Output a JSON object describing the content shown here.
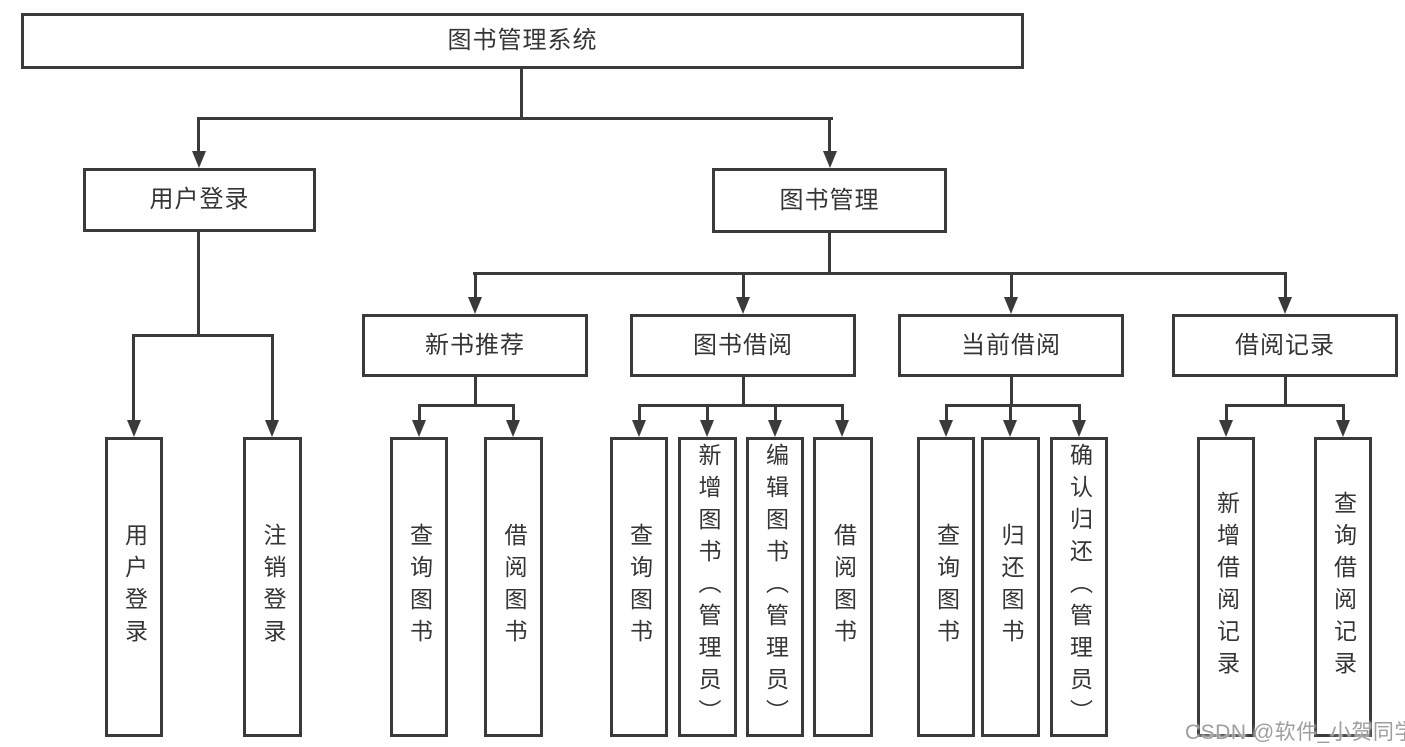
{
  "diagram": {
    "root": {
      "label": "图书管理系统"
    },
    "branches": [
      {
        "label": "用户登录",
        "children": [
          "用户登录",
          "注销登录"
        ]
      },
      {
        "label": "图书管理",
        "children": [
          {
            "label": "新书推荐",
            "children": [
              "查询图书",
              "借阅图书"
            ]
          },
          {
            "label": "图书借阅",
            "children": [
              "查询图书",
              "新增图书（管理员）",
              "编辑图书（管理员）",
              "借阅图书"
            ]
          },
          {
            "label": "当前借阅",
            "children": [
              "查询图书",
              "归还图书",
              "确认归还（管理员）"
            ]
          },
          {
            "label": "借阅记录",
            "children": [
              "新增借阅记录",
              "查询借阅记录"
            ]
          }
        ]
      }
    ],
    "colors": {
      "line": "#3a3a3a",
      "text": "#353535",
      "background": "#ffffff",
      "watermark_text": "#9e9e9e"
    }
  },
  "watermark": {
    "text": "CSDN @软件_小贺同学"
  }
}
